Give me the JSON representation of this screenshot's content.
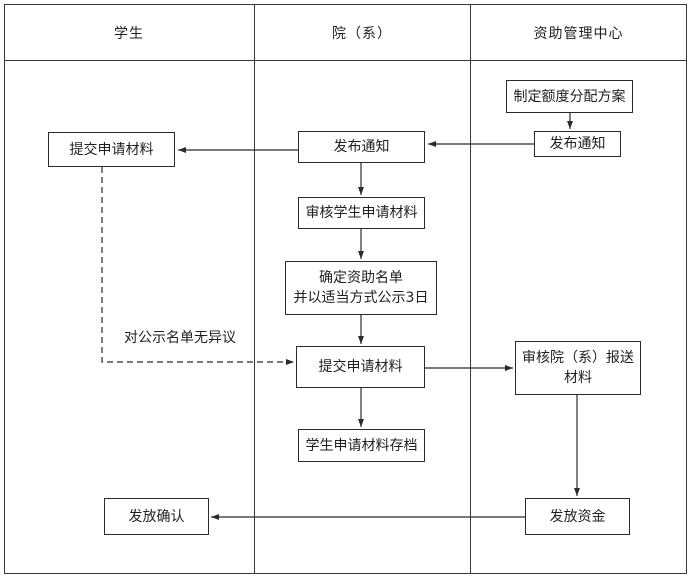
{
  "diagram": {
    "kind": "swimlane-flowchart",
    "colors": {
      "background": "#ffffff",
      "line": "#2b2b2b",
      "lane_border": "#383838",
      "text": "#1f1f1f"
    }
  },
  "lanes": [
    {
      "title": "学生"
    },
    {
      "title": "院（系）"
    },
    {
      "title": "资助管理中心"
    }
  ],
  "nodes": {
    "make_plan": {
      "label": "制定额度分配方案"
    },
    "publish_center": {
      "label": "发布通知"
    },
    "publish_dept": {
      "label": "发布通知"
    },
    "submit_student": {
      "label": "提交申请材料"
    },
    "review_student": {
      "label": "审核学生申请材料"
    },
    "determine_list": {
      "line1": "确定资助名单",
      "line2": "并以适当方式公示3日"
    },
    "submit_dept": {
      "label": "提交申请材料"
    },
    "archive": {
      "label": "学生申请材料存档"
    },
    "review_dept": {
      "line1": "审核院（系）报送",
      "line2": "材料"
    },
    "disburse": {
      "label": "发放资金"
    },
    "confirm": {
      "label": "发放确认"
    }
  },
  "edge_labels": {
    "no_objection": "对公示名单无异议"
  }
}
